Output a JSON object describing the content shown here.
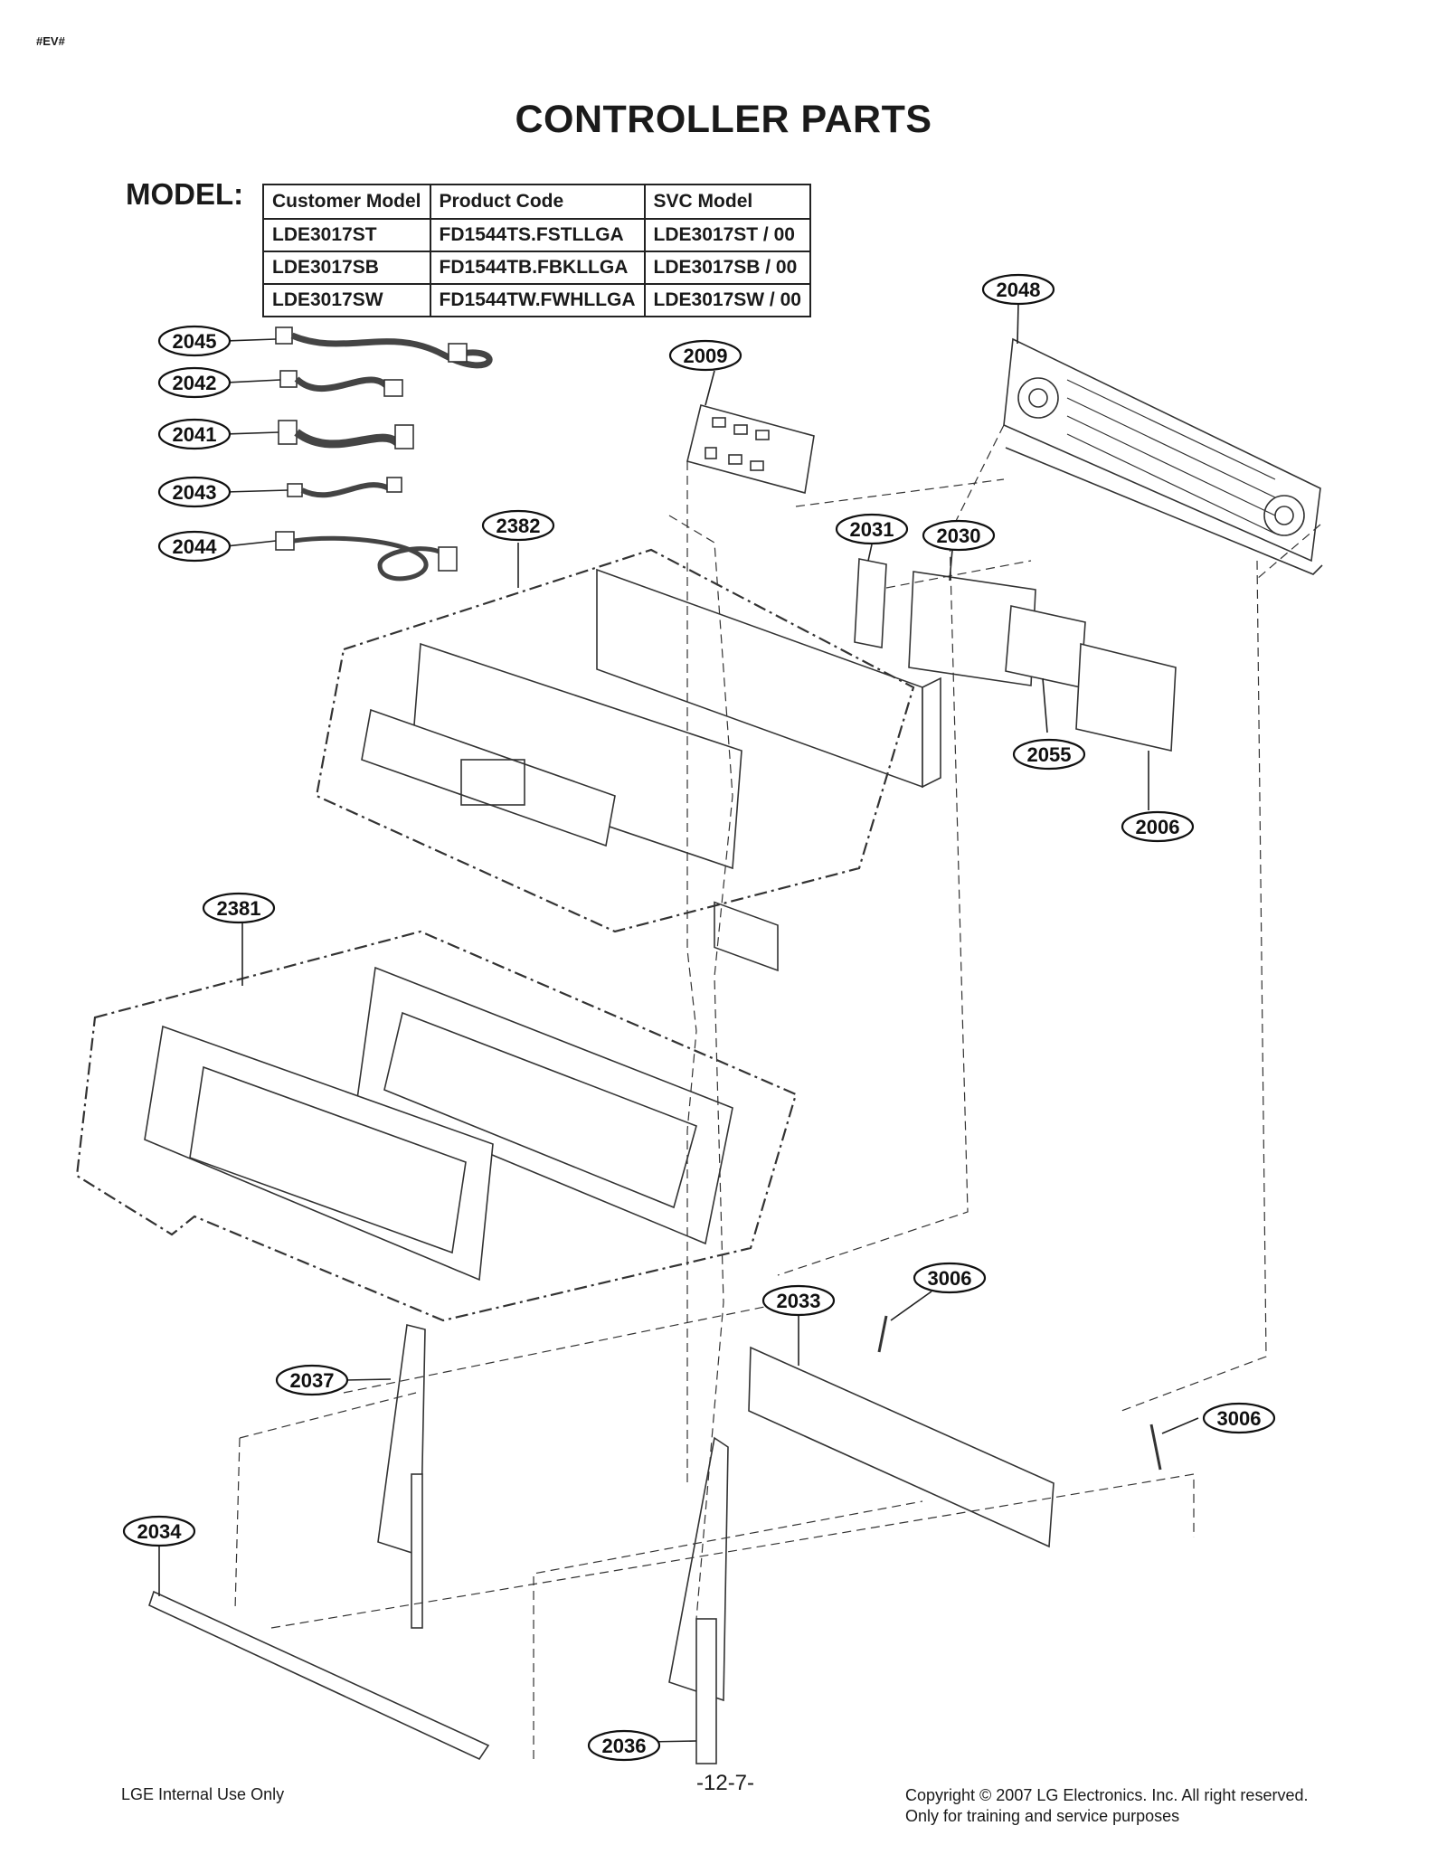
{
  "header": {
    "corner_mark": "#EV#",
    "title": "CONTROLLER PARTS"
  },
  "model": {
    "label": "MODEL:",
    "columns": [
      "Customer Model",
      "Product Code",
      "SVC Model"
    ],
    "rows": [
      [
        "LDE3017ST",
        "FD1544TS.FSTLLGA",
        "LDE3017ST / 00"
      ],
      [
        "LDE3017SB",
        "FD1544TB.FBKLLGA",
        "LDE3017SB / 00"
      ],
      [
        "LDE3017SW",
        "FD1544TW.FWHLLGA",
        "LDE3017SW / 00"
      ]
    ]
  },
  "callouts": {
    "c2045": "2045",
    "c2042": "2042",
    "c2041": "2041",
    "c2043": "2043",
    "c2044": "2044",
    "c2009": "2009",
    "c2048": "2048",
    "c2382": "2382",
    "c2031": "2031",
    "c2030": "2030",
    "c2055": "2055",
    "c2006": "2006",
    "c2381": "2381",
    "c3006a": "3006",
    "c2033": "2033",
    "c3006b": "3006",
    "c2037": "2037",
    "c2034": "2034",
    "c2036": "2036"
  },
  "footer": {
    "left": "LGE Internal Use Only",
    "page": "-12-7-",
    "copyright_line1": "Copyright © 2007 LG Electronics. Inc. All right reserved.",
    "copyright_line2": "Only for training and service purposes"
  }
}
